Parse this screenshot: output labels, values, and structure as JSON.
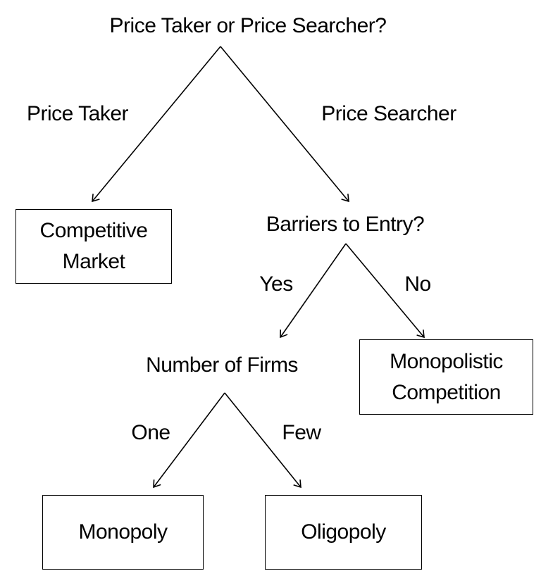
{
  "diagram": {
    "type": "decision-tree",
    "root": {
      "question": "Price Taker or Price Searcher?",
      "branches": [
        {
          "label": "Price Taker",
          "result": [
            "Competitive",
            "Market"
          ]
        },
        {
          "label": "Price Searcher",
          "next": "barriers"
        }
      ]
    },
    "barriers": {
      "question": "Barriers to Entry?",
      "branches": [
        {
          "label": "Yes",
          "next": "firms"
        },
        {
          "label": "No",
          "result": [
            "Monopolistic",
            "Competition"
          ]
        }
      ]
    },
    "firms": {
      "question": "Number of Firms",
      "branches": [
        {
          "label": "One",
          "result": [
            "Monopoly"
          ]
        },
        {
          "label": "Few",
          "result": [
            "Oligopoly"
          ]
        }
      ]
    },
    "colors": {
      "line": "#000000",
      "background": "#ffffff",
      "text": "#000000"
    }
  }
}
